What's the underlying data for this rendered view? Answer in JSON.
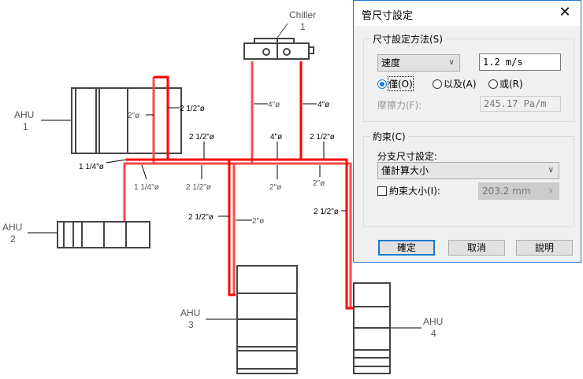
{
  "drawing": {
    "chiller": {
      "name": "Chiller",
      "number": "1"
    },
    "ahus": [
      {
        "name": "AHU",
        "number": "1"
      },
      {
        "name": "AHU",
        "number": "2"
      },
      {
        "name": "AHU",
        "number": "3"
      },
      {
        "name": "AHU",
        "number": "4"
      }
    ],
    "pipe_labels": {
      "ahu1_return": "2\"ø",
      "ahu1_supply": "2 1/2\"ø",
      "chiller_return": "4\"ø",
      "chiller_supply": "4\"ø",
      "hdr_supply_left": "2 1/2\"ø",
      "hdr_supply_mid": "4\"ø",
      "hdr_supply_right": "2 1/2\"ø",
      "ahu2_supply": "1 1/4\"ø",
      "ahu2_return": "1 1/4\"ø",
      "hdr_return_left": "2 1/2\"ø",
      "hdr_return_mid": "2\"ø",
      "hdr_return_right": "2\"ø",
      "ahu3_supply": "2 1/2\"ø",
      "ahu3_return": "2\"ø",
      "ahu4_supply": "2 1/2\"ø"
    },
    "colors": {
      "supply": "#ff0000",
      "return": "#ff4a4a",
      "equipment": "#444444"
    }
  },
  "dialog": {
    "title": "管尺寸設定",
    "close": "✕",
    "sizing_method": {
      "group_label": "尺寸設定方法(S)",
      "method_value": "速度",
      "velocity_value": "1.2 m/s",
      "radios": [
        {
          "label": "僅(O)",
          "checked": true
        },
        {
          "label": "以及(A)",
          "checked": false
        },
        {
          "label": "或(R)",
          "checked": false
        }
      ],
      "friction_label": "摩擦力(F):",
      "friction_value": "245.17 Pa/m"
    },
    "constraints": {
      "group_label": "約束(C)",
      "branch_label": "分支尺寸設定:",
      "branch_value": "僅計算大小",
      "limit_label": "約束大小(I):",
      "limit_checked": false,
      "limit_value": "203.2 mm"
    },
    "buttons": {
      "ok": "確定",
      "cancel": "取消",
      "help": "說明"
    }
  }
}
